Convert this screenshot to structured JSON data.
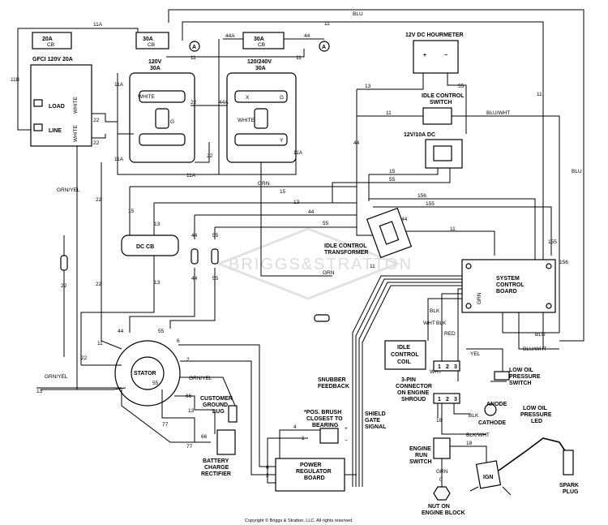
{
  "components": {
    "gfci": "GFCI 120V 20A",
    "gfci_load": "LOAD",
    "gfci_line": "LINE",
    "gfci_white1": "WHITE",
    "gfci_white2": "WHITE",
    "cb20": "20A",
    "cb20_sub": "CB",
    "cb30a": "30A",
    "cb30a_sub": "CB",
    "cb30b": "30A",
    "cb30b_sub": "CB",
    "rec120_v": "120V",
    "rec120_a": "30A",
    "rec240_v": "120/240V",
    "rec240_a": "30A",
    "rec_white1": "WHITE",
    "rec_white2": "WHITE",
    "rec_g": "G",
    "rec_x": "X",
    "rec_y": "Y",
    "rec_g2": "G",
    "hourmeter": "12V DC HOURMETER",
    "idle_switch_1": "IDLE CONTROL",
    "idle_switch_2": "SWITCH",
    "dc_receptacle": "12V/10A DC",
    "dc_cb": "DC CB",
    "idle_transformer_1": "IDLE CONTROL",
    "idle_transformer_2": "TRANSFORMER",
    "system_board_1": "SYSTEM",
    "system_board_2": "CONTROL",
    "system_board_3": "BOARD",
    "idle_coil_1": "IDLE",
    "idle_coil_2": "CONTROL",
    "idle_coil_3": "COIL",
    "stator": "STATOR",
    "ground_lug_1": "CUSTOMER",
    "ground_lug_2": "GROUND",
    "ground_lug_3": "LUG",
    "rectifier_1": "BATTERY",
    "rectifier_2": "CHARGE",
    "rectifier_3": "RECTIFIER",
    "pos_brush_1": "*POS. BRUSH",
    "pos_brush_2": "CLOSEST TO",
    "pos_brush_3": "BEARING",
    "regulator_1": "POWER",
    "regulator_2": "REGULATOR",
    "regulator_3": "BOARD",
    "snubber_1": "SNUBBER",
    "snubber_2": "FEEDBACK",
    "shield_1": "SHIELD",
    "shield_2": "GATE",
    "shield_3": "SIGNAL",
    "connector_1": "3-PIN",
    "connector_2": "CONNECTOR",
    "connector_3": "ON ENGINE",
    "connector_4": "SHROUD",
    "oil_switch_1": "LOW OIL",
    "oil_switch_2": "PRESSURE",
    "oil_switch_3": "SWITCH",
    "anode": "ANODE",
    "cathode": "CATHODE",
    "oil_led_1": "LOW OIL",
    "oil_led_2": "PRESSURE",
    "oil_led_3": "LED",
    "run_switch_1": "ENGINE",
    "run_switch_2": "RUN",
    "run_switch_3": "SWITCH",
    "nut_1": "NUT ON",
    "nut_2": "ENGINE BLOCK",
    "spark_1": "SPARK",
    "spark_2": "PLUG",
    "ign": "IGN",
    "a_marker": "A",
    "plus": "+",
    "minus": "−",
    "pin1": "1",
    "pin2": "2",
    "pin3": "3",
    "pin0": "0"
  },
  "wires": {
    "blu": "BLU",
    "blu_wht": "BLU/WHT",
    "grn": "GRN",
    "grn_yel": "GRN/YEL",
    "blk": "BLK",
    "wht": "WHT",
    "red": "RED",
    "yel": "YEL",
    "blk_wht": "BLK/WHT",
    "w11": "11",
    "w11a": "11A",
    "w11b": "11B",
    "w13": "13",
    "w15": "15",
    "w18": "18",
    "w22": "22",
    "w44": "44",
    "w44a": "44A",
    "w55": "55",
    "w66": "66",
    "w77": "77",
    "w2": "2",
    "w4": "4",
    "w1": "1",
    "w6": "6",
    "w155": "155",
    "w156": "156"
  },
  "watermark": "BRIGGS&STRATTON",
  "footer": "Copyright © Briggs & Stratton, LLC. All rights reserved."
}
